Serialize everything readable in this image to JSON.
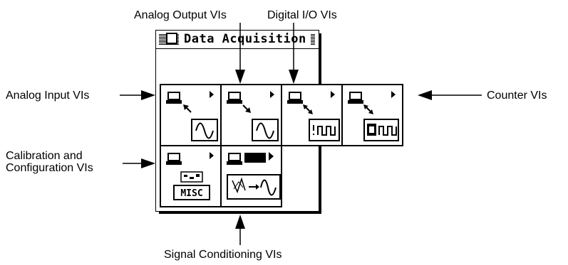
{
  "callouts": {
    "analog_output": "Analog Output VIs",
    "digital_io": "Digital I/O VIs",
    "analog_input": "Analog Input VIs",
    "counter": "Counter VIs",
    "calibration_line1": "Calibration and",
    "calibration_line2": "Configuration VIs",
    "signal_conditioning": "Signal Conditioning VIs"
  },
  "palette": {
    "title": "Data Acquisition",
    "subpalettes": [
      {
        "name": "Analog Input",
        "icon": "analog-input-icon"
      },
      {
        "name": "Analog Output",
        "icon": "analog-output-icon"
      },
      {
        "name": "Digital I/O",
        "icon": "digital-io-icon"
      },
      {
        "name": "Counter",
        "icon": "counter-icon"
      },
      {
        "name": "Calibration and Configuration",
        "icon": "misc-icon",
        "icon_text": "MISC"
      },
      {
        "name": "Signal Conditioning",
        "icon": "signal-conditioning-icon"
      }
    ]
  }
}
